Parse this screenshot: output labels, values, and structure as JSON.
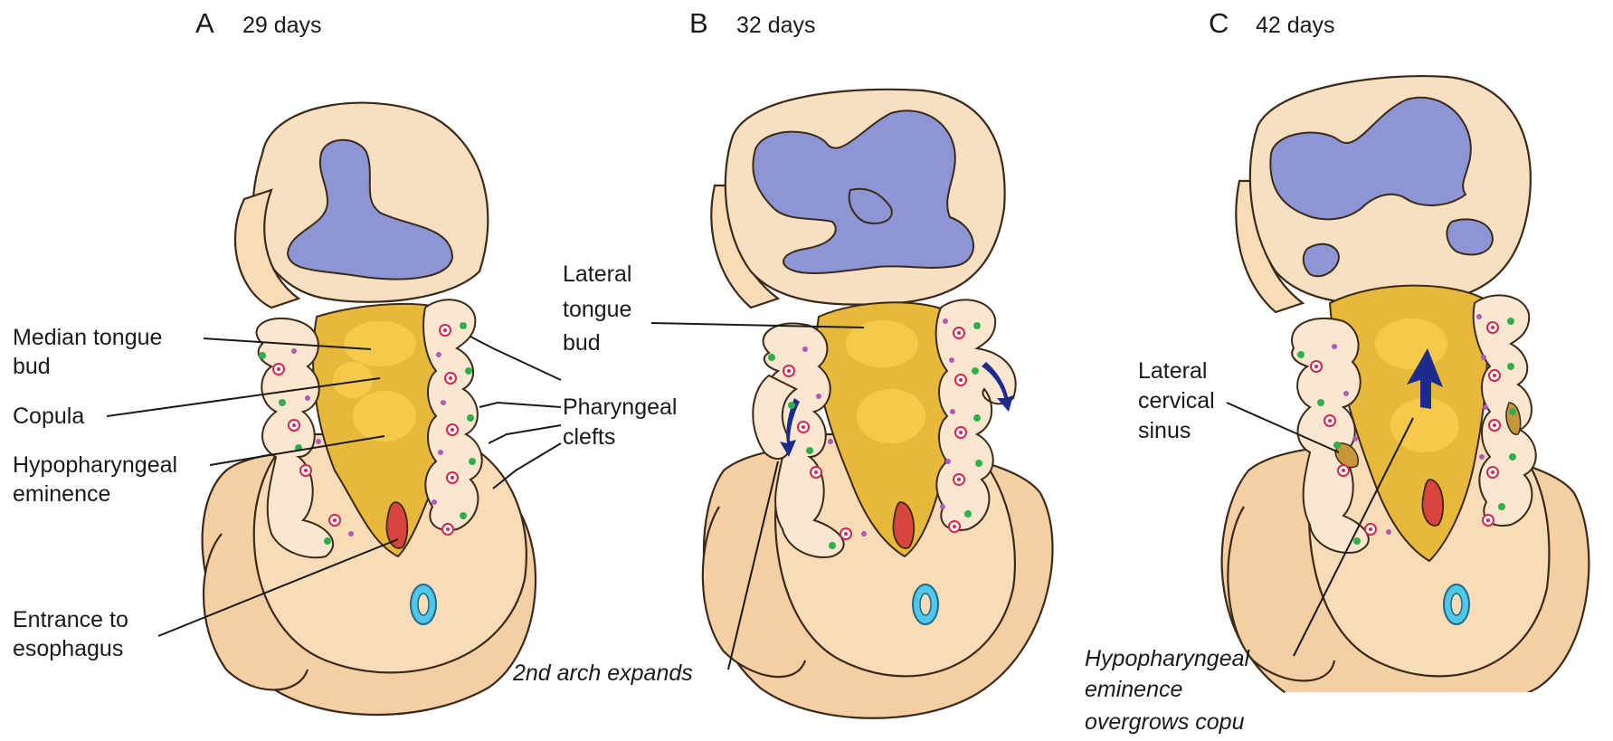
{
  "panels": [
    {
      "letter": "A",
      "days": "29 days"
    },
    {
      "letter": "B",
      "days": "32 days"
    },
    {
      "letter": "C",
      "days": "42 days"
    }
  ],
  "labels": {
    "median_tongue_bud_1": "Median tongue",
    "median_tongue_bud_2": "bud",
    "copula": "Copula",
    "hypopharyngeal_1": "Hypopharyngeal",
    "hypopharyngeal_2": "eminence",
    "entrance_1": "Entrance to",
    "entrance_2": "esophagus",
    "lateral_tongue_1": "Lateral",
    "lateral_tongue_2": "tongue",
    "lateral_tongue_3": "bud",
    "pharyngeal_1": "Pharyngeal",
    "pharyngeal_2": "clefts",
    "second_arch": "2nd arch expands",
    "lateral_cervical_1": "Lateral",
    "lateral_cervical_2": "cervical",
    "lateral_cervical_3": "sinus",
    "overgrows_1": "Hypopharyngeal",
    "overgrows_2": "eminence",
    "overgrows_3": "overgrows copu"
  },
  "colors": {
    "skin": "#f8dcb8",
    "ventricle": "#8d95d4",
    "pharynx_floor": "#e8b83a",
    "esophagus": "#d8453f",
    "notochord_ring": "#4fc6ea",
    "arrow": "#1d2b8c"
  }
}
